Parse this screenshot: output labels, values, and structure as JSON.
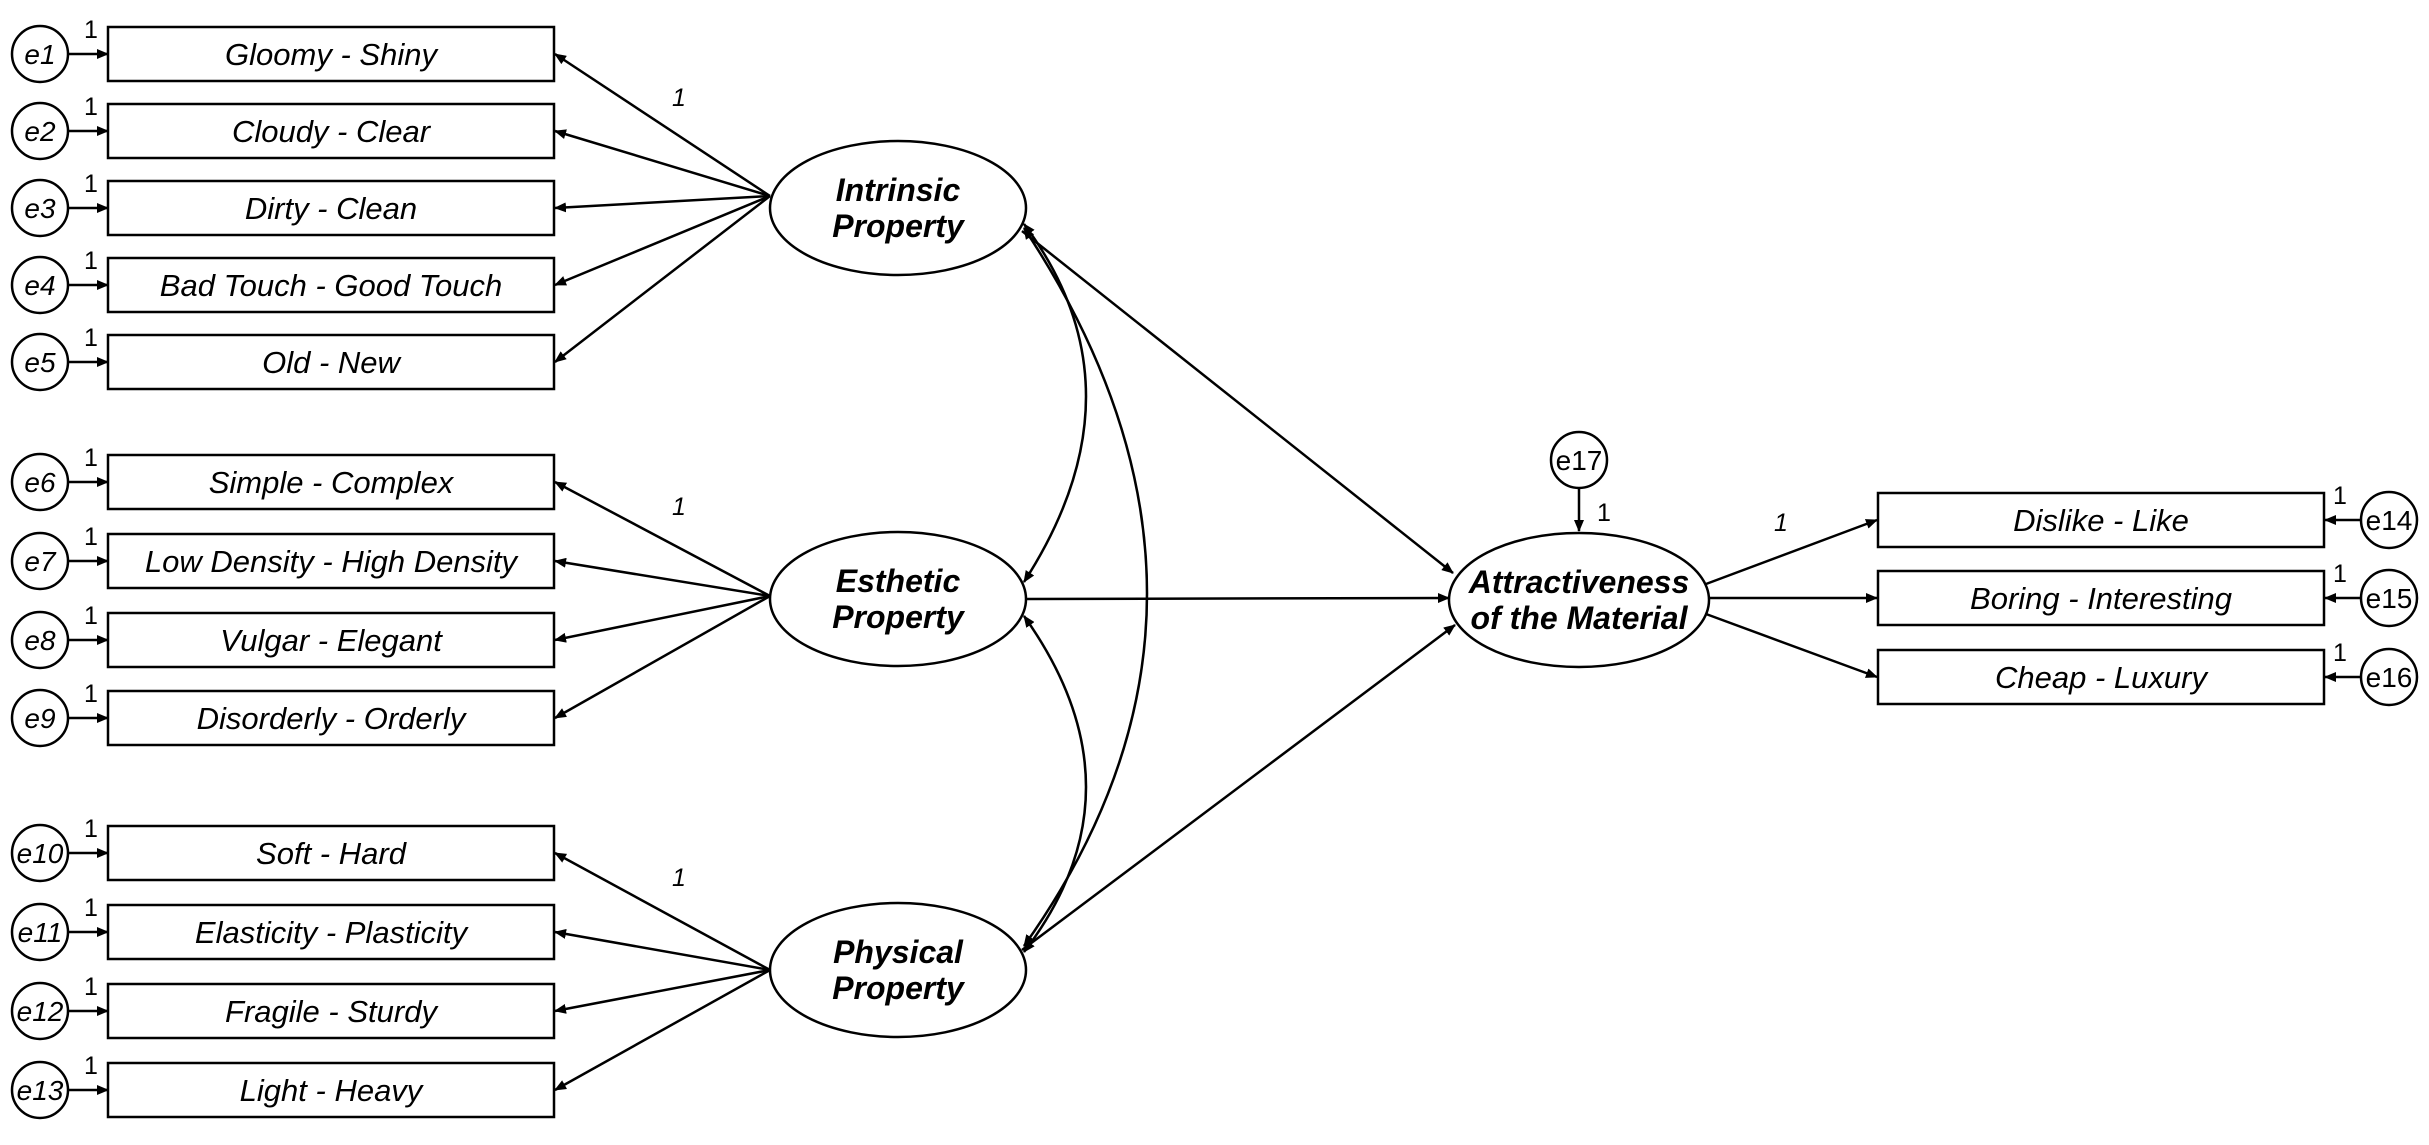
{
  "factors": {
    "intrinsic": {
      "line1": "Intrinsic",
      "line2": "Property"
    },
    "esthetic": {
      "line1": "Esthetic",
      "line2": "Property"
    },
    "physical": {
      "line1": "Physical",
      "line2": "Property"
    },
    "attractiveness": {
      "line1": "Attractiveness",
      "line2": "of the Material"
    }
  },
  "indicators": [
    {
      "label": "Gloomy - Shiny",
      "error": "e1",
      "weight": "1"
    },
    {
      "label": "Cloudy - Clear",
      "error": "e2",
      "weight": "1"
    },
    {
      "label": "Dirty - Clean",
      "error": "e3",
      "weight": "1"
    },
    {
      "label": "Bad Touch - Good Touch",
      "error": "e4",
      "weight": "1"
    },
    {
      "label": "Old - New",
      "error": "e5",
      "weight": "1"
    },
    {
      "label": "Simple - Complex",
      "error": "e6",
      "weight": "1"
    },
    {
      "label": "Low Density - High Density",
      "error": "e7",
      "weight": "1"
    },
    {
      "label": "Vulgar - Elegant",
      "error": "e8",
      "weight": "1"
    },
    {
      "label": "Disorderly - Orderly",
      "error": "e9",
      "weight": "1"
    },
    {
      "label": "Soft - Hard",
      "error": "e10",
      "weight": "1"
    },
    {
      "label": "Elasticity - Plasticity",
      "error": "e11",
      "weight": "1"
    },
    {
      "label": "Fragile - Sturdy",
      "error": "e12",
      "weight": "1"
    },
    {
      "label": "Light - Heavy",
      "error": "e13",
      "weight": "1"
    }
  ],
  "outcomes": [
    {
      "label": "Dislike - Like",
      "error": "e14",
      "weight": "1"
    },
    {
      "label": "Boring - Interesting",
      "error": "e15",
      "weight": "1"
    },
    {
      "label": "Cheap - Luxury",
      "error": "e16",
      "weight": "1"
    }
  ],
  "disturbance": {
    "label": "e17",
    "weight": "1"
  },
  "loading_weights": {
    "intrinsic": "1",
    "esthetic": "1",
    "physical": "1",
    "attractiveness": "1"
  }
}
